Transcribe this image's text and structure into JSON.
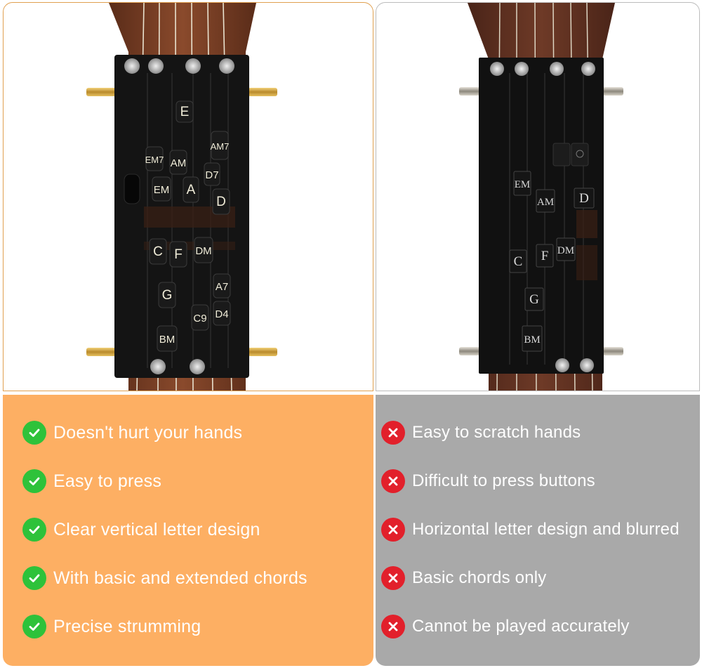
{
  "left_device": {
    "chord_keys": [
      "E",
      "AM7",
      "EM7",
      "AM",
      "D7",
      "EM",
      "A",
      "D",
      "C",
      "F",
      "DM",
      "A7",
      "G",
      "C9",
      "D4",
      "BM"
    ]
  },
  "right_device": {
    "chord_keys": [
      "EM",
      "AM",
      "D",
      "C",
      "F",
      "DM",
      "G",
      "BM"
    ]
  },
  "pros": [
    {
      "text": "Doesn't hurt your hands",
      "icon": "check-icon"
    },
    {
      "text": "Easy to press",
      "icon": "check-icon"
    },
    {
      "text": "Clear vertical letter design",
      "icon": "check-icon"
    },
    {
      "text": "With basic and extended chords",
      "icon": "check-icon"
    },
    {
      "text": "Precise strumming",
      "icon": "check-icon"
    }
  ],
  "cons": [
    {
      "text": "Easy to scratch hands",
      "icon": "cross-icon"
    },
    {
      "text": "Difficult to press buttons",
      "icon": "cross-icon"
    },
    {
      "text": "Horizontal letter design and blurred",
      "icon": "cross-icon"
    },
    {
      "text": "Basic chords only",
      "icon": "cross-icon"
    },
    {
      "text": "Cannot be played accurately",
      "icon": "cross-icon"
    }
  ],
  "colors": {
    "pros_background": "#fdaf63",
    "cons_background": "#a9a9a9",
    "check_badge": "#2ec23a",
    "cross_badge": "#e2202b",
    "device_body": "#121212",
    "guitar_neck": "#7a4126"
  }
}
